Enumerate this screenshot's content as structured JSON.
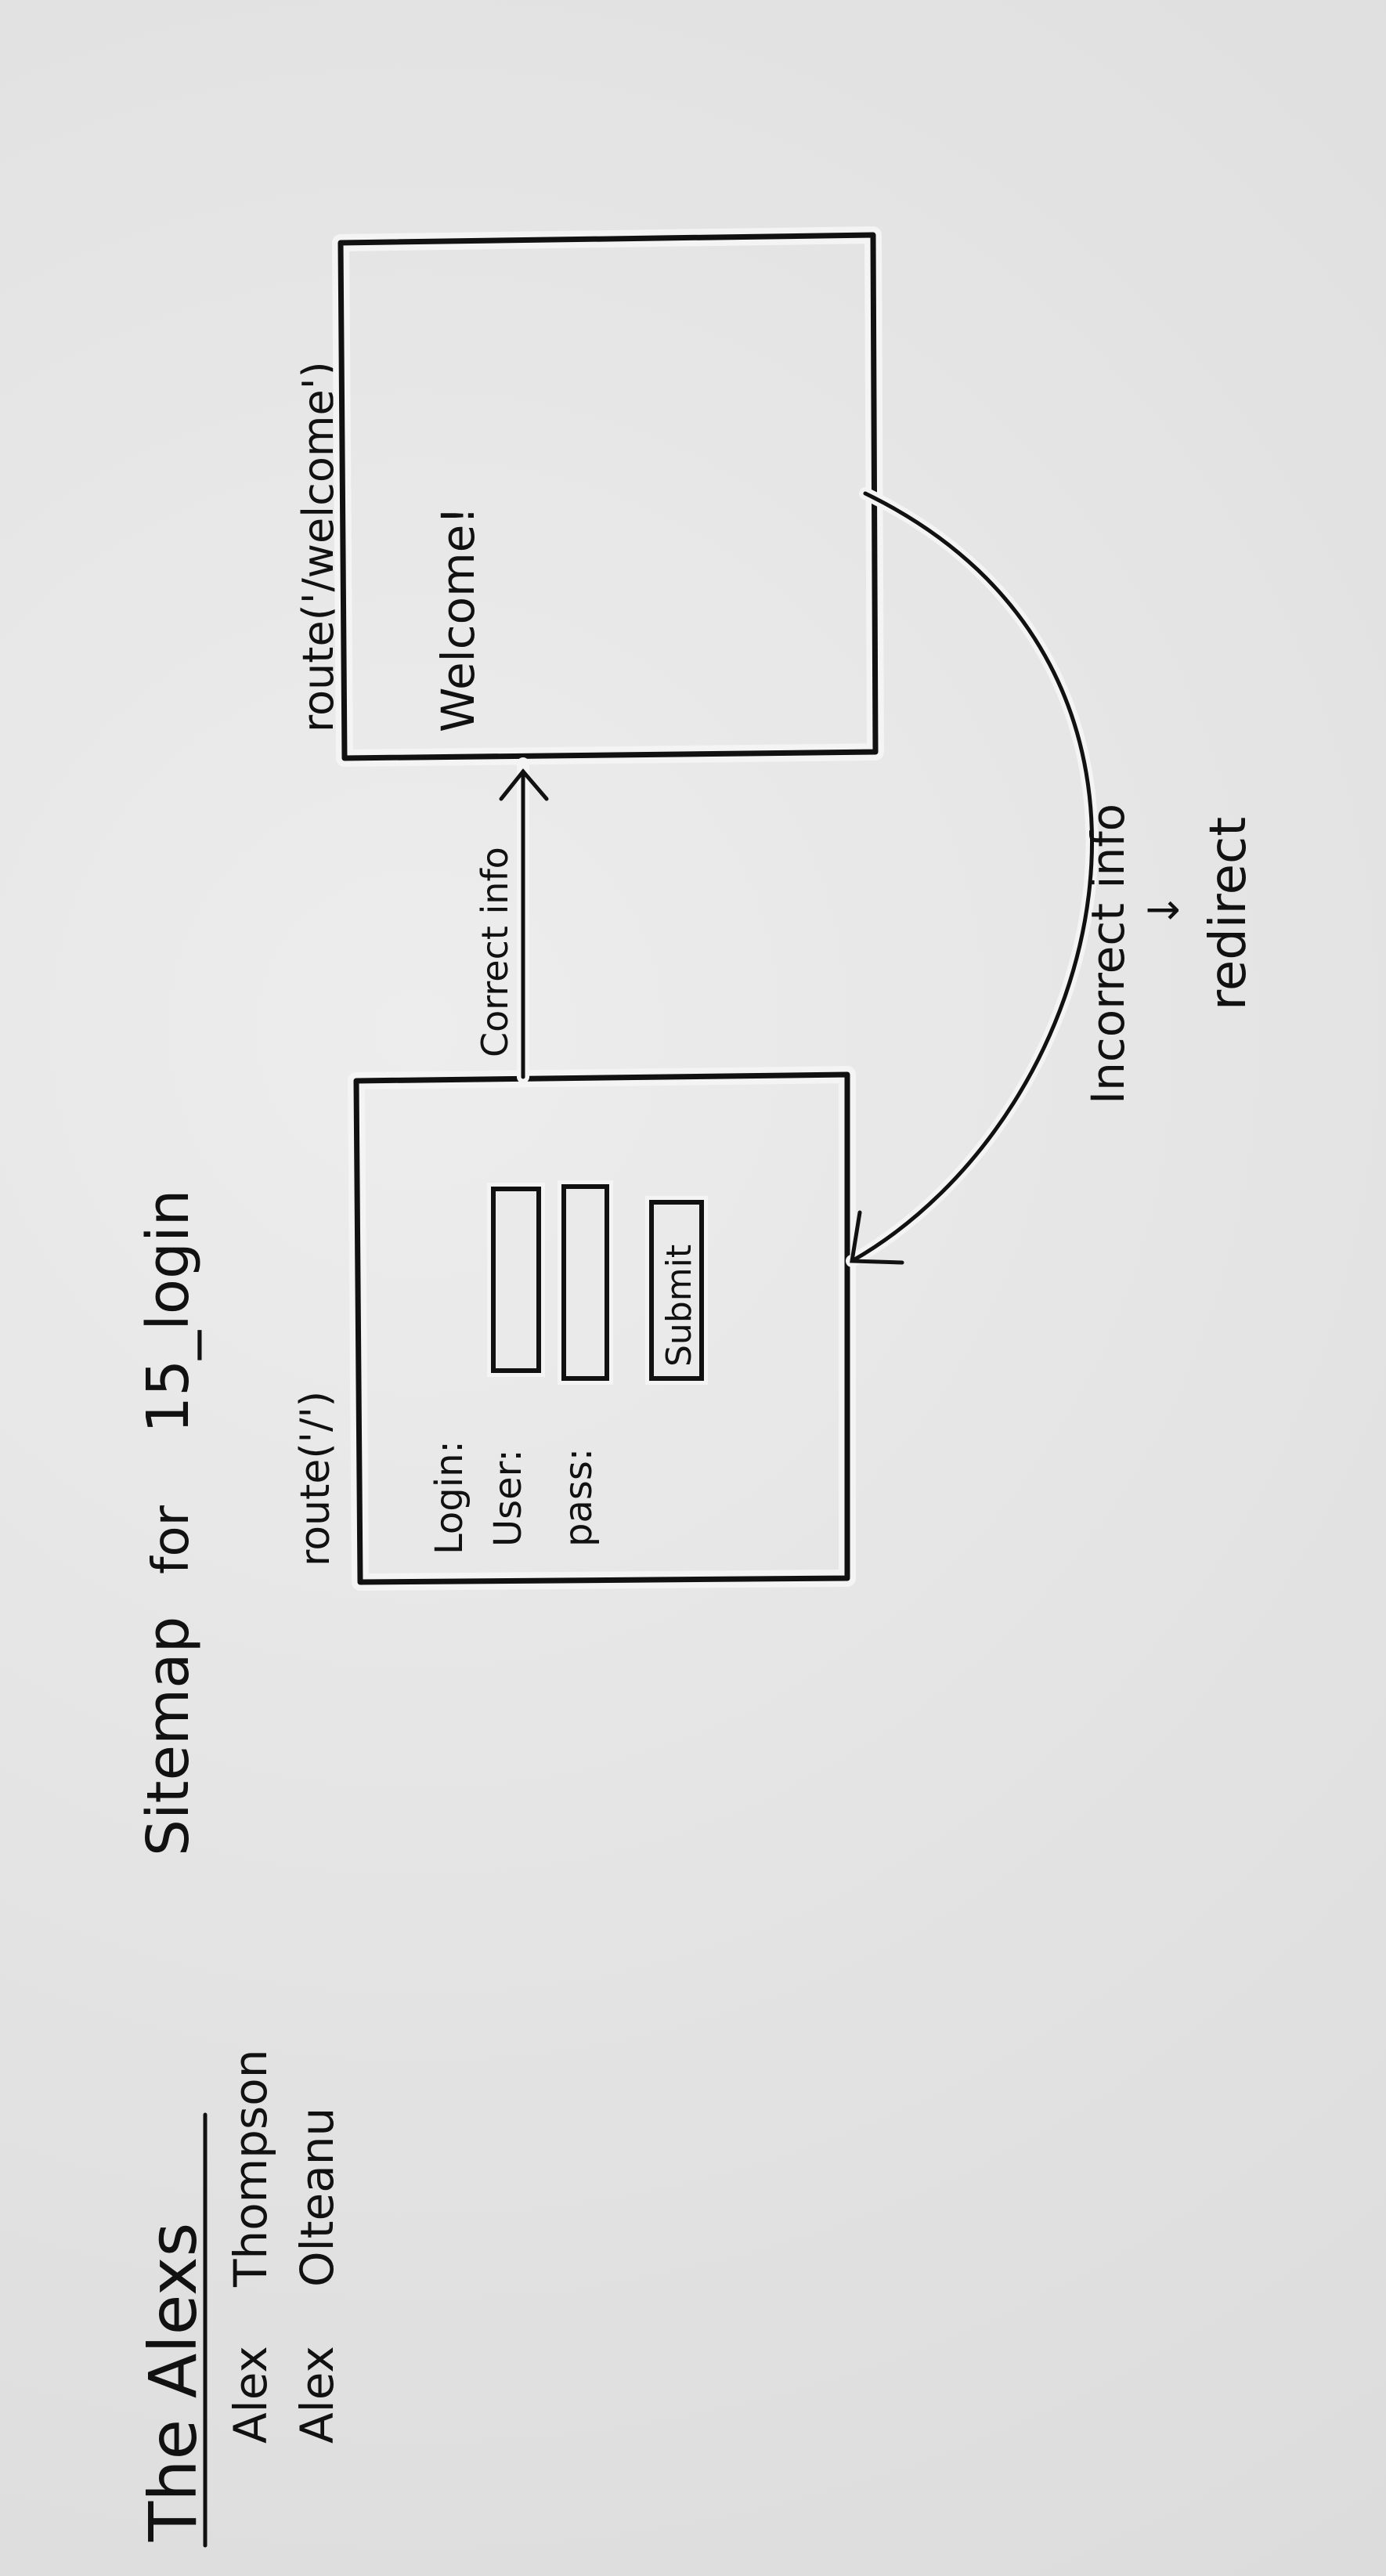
{
  "team": {
    "name": "The Alexs",
    "members": [
      {
        "first": "Alex",
        "last": "Thompson"
      },
      {
        "first": "Alex",
        "last": "Olteanu"
      }
    ]
  },
  "heading": {
    "title": "Sitemap",
    "for": "for",
    "project": "15_login"
  },
  "login_page": {
    "route": "route('/')",
    "login_label": "Login:",
    "user_label": "User:",
    "pass_label": "pass:",
    "submit_label": "Submit"
  },
  "welcome_page": {
    "route": "route('/welcome')",
    "text": "Welcome!"
  },
  "edges": {
    "correct": "Correct info",
    "incorrect": "Incorrect info",
    "arrow_glyph": "↓",
    "redirect": "redirect"
  }
}
